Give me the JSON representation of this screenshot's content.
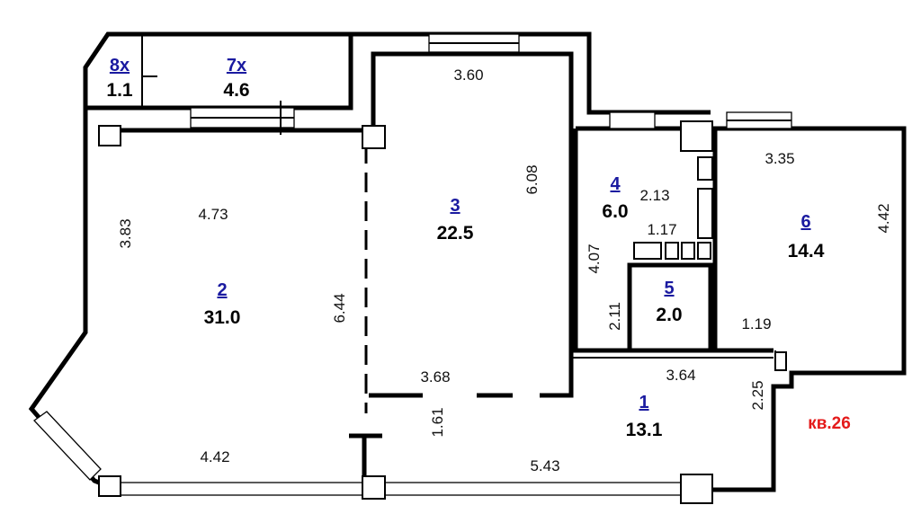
{
  "apartment_label": "кв.26",
  "rooms": [
    {
      "id": "room-8",
      "number": "8х",
      "area": "1.1"
    },
    {
      "id": "room-7",
      "number": "7х",
      "area": "4.6"
    },
    {
      "id": "room-2",
      "number": "2",
      "area": "31.0"
    },
    {
      "id": "room-3",
      "number": "3",
      "area": "22.5"
    },
    {
      "id": "room-4",
      "number": "4",
      "area": "6.0"
    },
    {
      "id": "room-5",
      "number": "5",
      "area": "2.0"
    },
    {
      "id": "room-6",
      "number": "6",
      "area": "14.4"
    },
    {
      "id": "room-1",
      "number": "1",
      "area": "13.1"
    }
  ],
  "dimensions": {
    "d_3_60": "3.60",
    "d_6_08": "6.08",
    "d_4_73": "4.73",
    "d_3_83": "3.83",
    "d_6_44": "6.44",
    "d_3_68": "3.68",
    "d_1_61": "1.61",
    "d_4_42_bottom": "4.42",
    "d_5_43": "5.43",
    "d_2_13": "2.13",
    "d_1_17": "1.17",
    "d_4_07": "4.07",
    "d_2_11": "2.11",
    "d_3_35": "3.35",
    "d_4_42_right": "4.42",
    "d_1_19": "1.19",
    "d_3_64": "3.64",
    "d_2_25": "2.25"
  },
  "colors": {
    "room_number": "#1a1aa0",
    "apartment_label": "#e41a1a"
  }
}
